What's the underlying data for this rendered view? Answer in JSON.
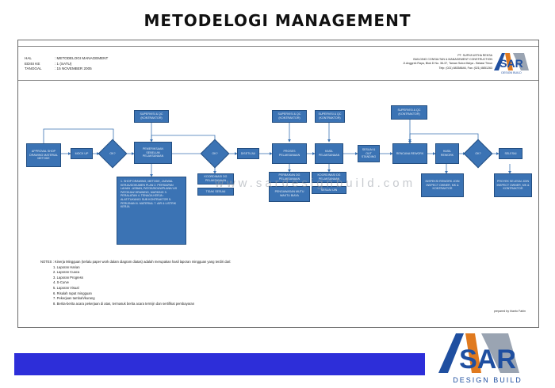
{
  "title": "METODELOGI MANAGEMENT",
  "meta": [
    {
      "key": "HAL",
      "value": ": METODELOGI MANAGEMENT"
    },
    {
      "key": "EDISI KE",
      "value": ": 1 (SATU)"
    },
    {
      "key": "TANGGAL",
      "value": ": 15 NOVEMBER 2005"
    }
  ],
  "company": {
    "name": "PT. SURYA WITHA REKSA",
    "subtitle": "BUILDING CONSULTAN & MANAGEMENT CONSTRUCTION",
    "address": "Jl.Anggrek Raya, Blok D No. 36-37, Taman Sutra Mulya - Bekasi Timur",
    "phone": "Telp: (021) 88358646, Fax: (021) 8851263"
  },
  "logo": {
    "text": "SAR",
    "tagline": "DESIGN BUILD",
    "colors": {
      "blue": "#1f4fa0",
      "orange": "#e07a1f",
      "gray": "#9aa4b2"
    }
  },
  "diagram": {
    "approval": "APPROVAL SHOP DRAWING MATERIAL METODE",
    "mock_up": "MOCK UP",
    "ok1": "OK?",
    "pemeriksaan": "PEMERIKSAAN SEBELUM PELAKSANAAN",
    "supervisi1": "SUPERVISI & QC (KONTRAKTOR)",
    "checklist": "1. SHOP DRAWING, METODE, JADWAL KERJA/DOKUMEN PLAN 2. PERSIAPAN LAHAN : ASBAN, PATOK/BOUWPLANK/ AS PATOKAN/ DRAWING, MARKING 3. PERALATAN 4. TENAGA KERJA : ALAT/TUKANG/ SUB KONTRAKTOR 5. PERIJINAN 6. MATERIAL 7. AIR & LISTRIK KERJA",
    "ok2": "OK?",
    "koordinasi": "KOORDINASI DG PELAKSANAAN",
    "tidak_sesuai": "TIDAK SESUAI",
    "disetujui": "DISETUJUI",
    "supervisi2": "SUPERVISI & QC (KONTRAKTOR)",
    "proses": "PROSES PELAKSANAAN",
    "perbaikan": "PERBAIKAN DG PELAKSANAAN",
    "pengawasan": "PENGAWASAN MUTU WAKTU BIAYA",
    "supervisi3": "SUPERVISI & QC (KONTRAKTOR)",
    "hasil_pelaksanaan": "HASIL PELAKSANAAN",
    "koordinasi_owner": "KOORDINASI DG PELAKSANAAN",
    "sesuai_ijin": "SESUAI IJIN",
    "sesuai_out": "SESUAI & OUT STANDING",
    "supervisi4": "SUPERVISI & QC (KONTRAKTOR)",
    "rencana_rework": "RENCANA REWORK",
    "hasil_rework": "HASIL REWORK",
    "inspeksi_rework": "INSPEKSI REWORK JOIN INSPECT OWNER, MK & KONTRAKTOR",
    "ok3": "OK?",
    "selesai": "SELESAI",
    "proyek_selesai": "PROYEK SELESAI JOIN INSPECT OWNER, MK & KONTRAKTOR"
  },
  "notes": {
    "heading": "NOTES : Kinerja Mingguan (terlalu paper work dalam diagram diatas) adalah merupakan hasil laporan mingguan yang terdiri dari:",
    "items": [
      "1. Laporan Harian",
      "2. Laporan Cuaca",
      "3. Laporan Progress",
      "4. S-Curve",
      "5. Laporan Visual",
      "6. Risalah rapat mingguan",
      "7. Pekerjaan tambah/kurang",
      "8. Berita-berita acara pekerjaan di atas, termasuk berita acara termijn dan sertifikat pembayaran"
    ],
    "prepared": "prepared by Irianto Fabin"
  },
  "watermark": "www.sardesignbuild.com"
}
